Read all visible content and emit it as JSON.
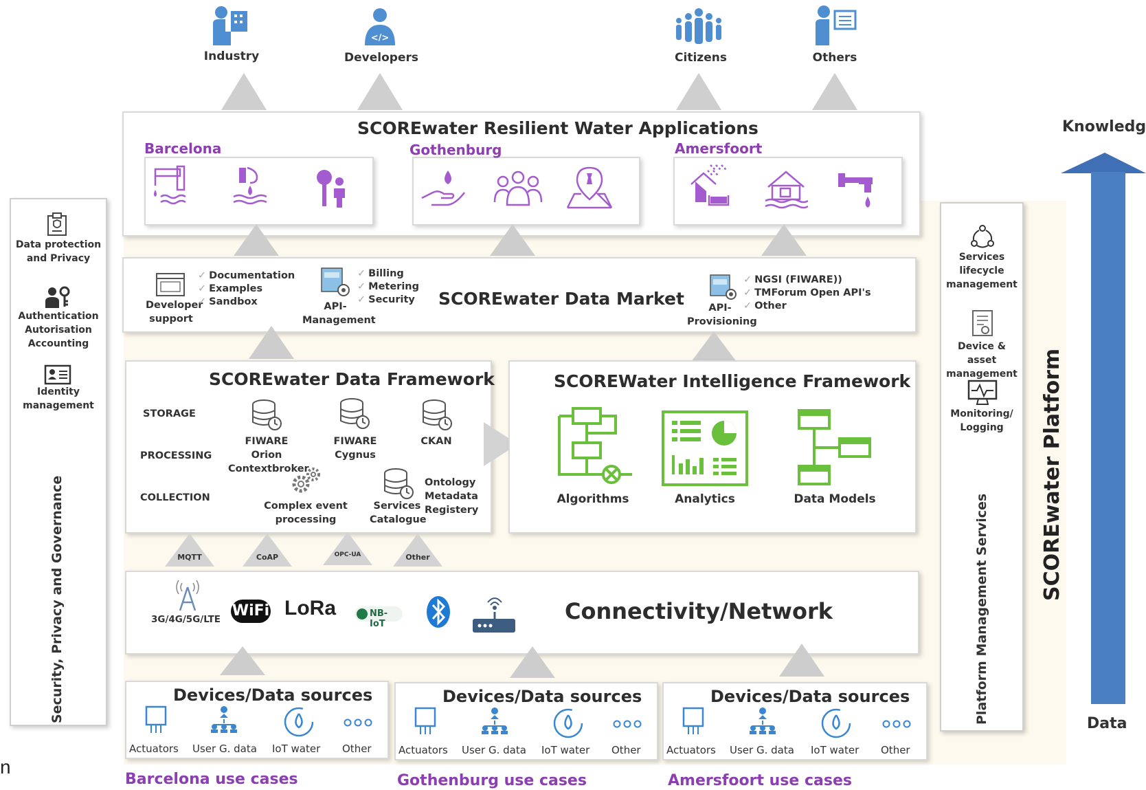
{
  "audiences": [
    "Industry",
    "Developers",
    "Citizens",
    "Others"
  ],
  "applications": {
    "title": "SCOREwater Resilient Water Applications",
    "cities": [
      "Barcelona",
      "Gothenburg",
      "Amersfoort"
    ]
  },
  "market": {
    "title": "SCOREwater Data Market",
    "developer_support": "Developer support",
    "dev_list": [
      "Documentation",
      "Examples",
      "Sandbox"
    ],
    "api_management": "API-Management",
    "api_list": [
      "Billing",
      "Metering",
      "Security"
    ],
    "api_provisioning": "API-Provisioning",
    "prov_list": [
      "NGSI (FIWARE))",
      "TMForum Open API's",
      "Other"
    ]
  },
  "data_framework": {
    "title": "SCOREwater Data Framework",
    "rows": [
      "STORAGE",
      "PROCESSING",
      "COLLECTION"
    ],
    "components": [
      "FIWARE Orion Contextbroker",
      "FIWARE Cygnus",
      "CKAN",
      "Complex event processing",
      "Services Catalogue",
      "Ontology Metadata Registery"
    ]
  },
  "intelligence": {
    "title": "SCOREWater Intelligence Framework",
    "items": [
      "Algorithms",
      "Analytics",
      "Data Models"
    ]
  },
  "protocols": [
    "MQTT",
    "CoAP",
    "OPC-UA",
    "Other"
  ],
  "connectivity": {
    "title": "Connectivity/Network",
    "cellular": "3G/4G/5G/LTE",
    "wifi": "WiFi",
    "lora": "LoRa",
    "nbiot": "NB-IoT"
  },
  "devices": {
    "title": "Devices/Data sources",
    "items": [
      "Actuators",
      "User G. data",
      "IoT water",
      "Other"
    ]
  },
  "use_cases": [
    "Barcelona use cases",
    "Gothenburg use cases",
    "Amersfoort use cases"
  ],
  "left_panel": {
    "title": "Security, Privacy and Governance",
    "items": [
      "Data protection and Privacy",
      "Authentication Autorisation Accounting",
      "Identity management"
    ]
  },
  "right_panel": {
    "title": "Platform Management Services",
    "items": [
      "Services lifecycle management",
      "Device & asset management",
      "Monitoring/ Logging"
    ]
  },
  "platform_label": "SCOREwater Platform",
  "arrow": {
    "top": "Knowledge",
    "bottom": "Data"
  },
  "stray_text": "n",
  "colors": {
    "purple": "#8b3fb0",
    "green": "#6abf3c",
    "blue": "#4a7fc1",
    "gray": "#d3d3d3"
  }
}
